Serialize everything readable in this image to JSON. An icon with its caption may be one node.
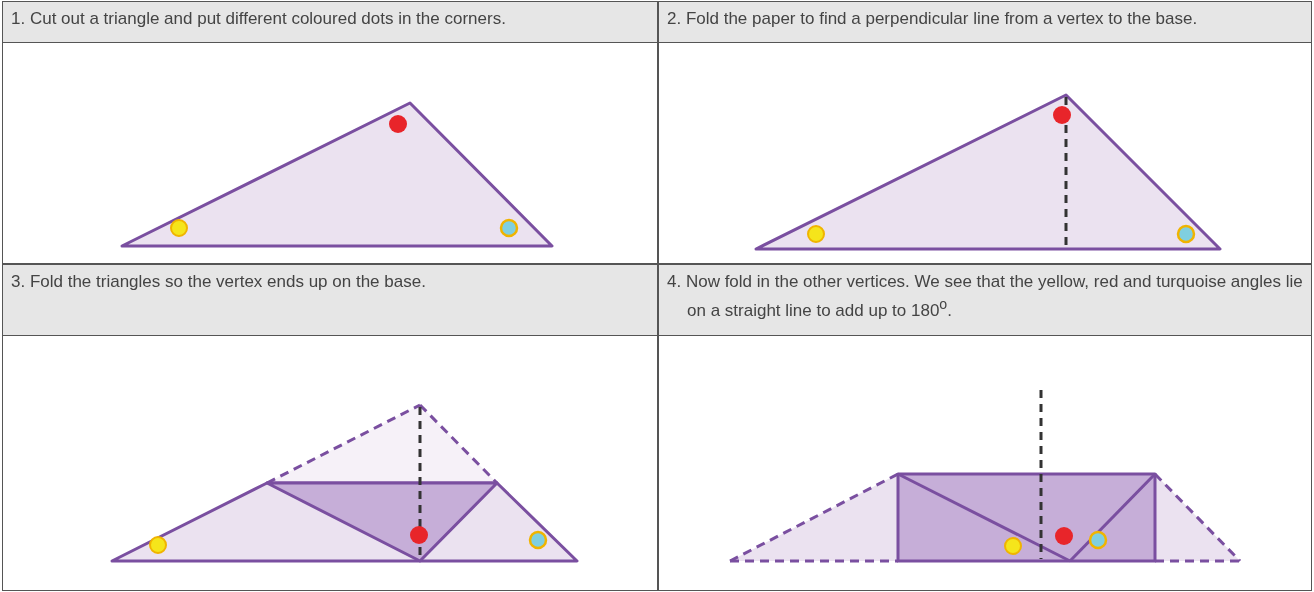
{
  "diagram": {
    "labels": [
      "1. Cut out a triangle and put different coloured dots in the corners.",
      "2. Fold the paper to find a perpendicular line from a vertex to the base.",
      "3. Fold the triangles so the vertex ends up on the base.",
      "4. Now fold in the other vertices. We see that the yellow, red and turquoise angles lie on a straight line to add up to 180$^{o}$."
    ]
  }
}
